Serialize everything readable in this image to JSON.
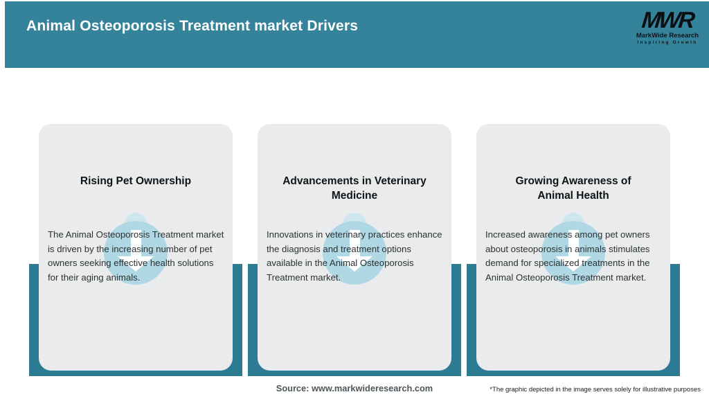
{
  "header": {
    "title": "Animal Osteoporosis Treatment market Drivers",
    "logo": {
      "monogram": "MWR",
      "name": "MarkWide Research",
      "tagline": "Inspiring Growth"
    }
  },
  "cards": [
    {
      "title": "Rising Pet Ownership",
      "description": "The Animal Osteoporosis Treatment market is driven by the increasing number of pet owners seeking effective health solutions for their aging animals.",
      "icon": "down-arrow-icon"
    },
    {
      "title": "Advancements in Veterinary\nMedicine",
      "description": "Innovations in veterinary practices enhance the diagnosis and treatment options available in the Animal Osteoporosis Treatment market.",
      "icon": "down-arrow-icon"
    },
    {
      "title": "Growing Awareness of\nAnimal Health",
      "description": "Increased awareness among pet owners about osteoporosis in animals stimulates demand for specialized treatments in the Animal Osteoporosis Treatment market.",
      "icon": "down-arrow-icon"
    }
  ],
  "footer": {
    "source": "Source: www.markwideresearch.com",
    "disclaimer": "*The graphic depicted in the image serves solely for illustrative purposes"
  },
  "colors": {
    "header_teal": "#35839B",
    "band_teal": "#2E7C93",
    "card_gray": "#E9EBEC",
    "circle_blue": "#AFD7E4",
    "halo_blue": "#CFE6EF",
    "arrow_white": "#FFFFFF"
  }
}
